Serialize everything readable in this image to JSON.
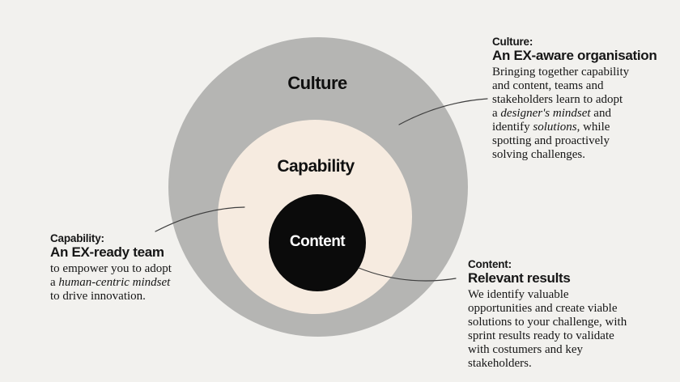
{
  "colors": {
    "background": "#f2f1ee",
    "culture_circle": "#b5b5b3",
    "capability_circle": "#f6ebe0",
    "content_circle": "#0b0b0b",
    "connector": "#3f3f3f",
    "text": "#161616"
  },
  "diagram": {
    "type": "concentric-circles",
    "circles": [
      {
        "id": "culture",
        "label": "Culture"
      },
      {
        "id": "capability",
        "label": "Capability"
      },
      {
        "id": "content",
        "label": "Content"
      }
    ]
  },
  "annotations": [
    {
      "id": "culture",
      "kicker": "Culture:",
      "heading": "An EX-aware organisation",
      "body_lines": [
        [
          {
            "t": "Bringing together capability"
          }
        ],
        [
          {
            "t": "and content, teams and"
          }
        ],
        [
          {
            "t": "stakeholders learn to adopt"
          }
        ],
        [
          {
            "t": "a "
          },
          {
            "t": "designer's mindset",
            "i": true
          },
          {
            "t": " and"
          }
        ],
        [
          {
            "t": "identify "
          },
          {
            "t": "solutions",
            "i": true
          },
          {
            "t": ", while"
          }
        ],
        [
          {
            "t": "spotting and proactively"
          }
        ],
        [
          {
            "t": "solving challenges."
          }
        ]
      ]
    },
    {
      "id": "capability",
      "kicker": "Capability:",
      "heading": "An EX-ready team",
      "body_lines": [
        [
          {
            "t": "to empower you to adopt"
          }
        ],
        [
          {
            "t": "a "
          },
          {
            "t": "human-centric mindset",
            "i": true
          }
        ],
        [
          {
            "t": "to drive innovation."
          }
        ]
      ]
    },
    {
      "id": "content",
      "kicker": "Content:",
      "heading": "Relevant results",
      "body_lines": [
        [
          {
            "t": "We identify valuable"
          }
        ],
        [
          {
            "t": "opportunities and create viable"
          }
        ],
        [
          {
            "t": "solutions to your challenge, with"
          }
        ],
        [
          {
            "t": "sprint results ready to validate"
          }
        ],
        [
          {
            "t": "with costumers and key"
          }
        ],
        [
          {
            "t": "stakeholders."
          }
        ]
      ]
    }
  ]
}
